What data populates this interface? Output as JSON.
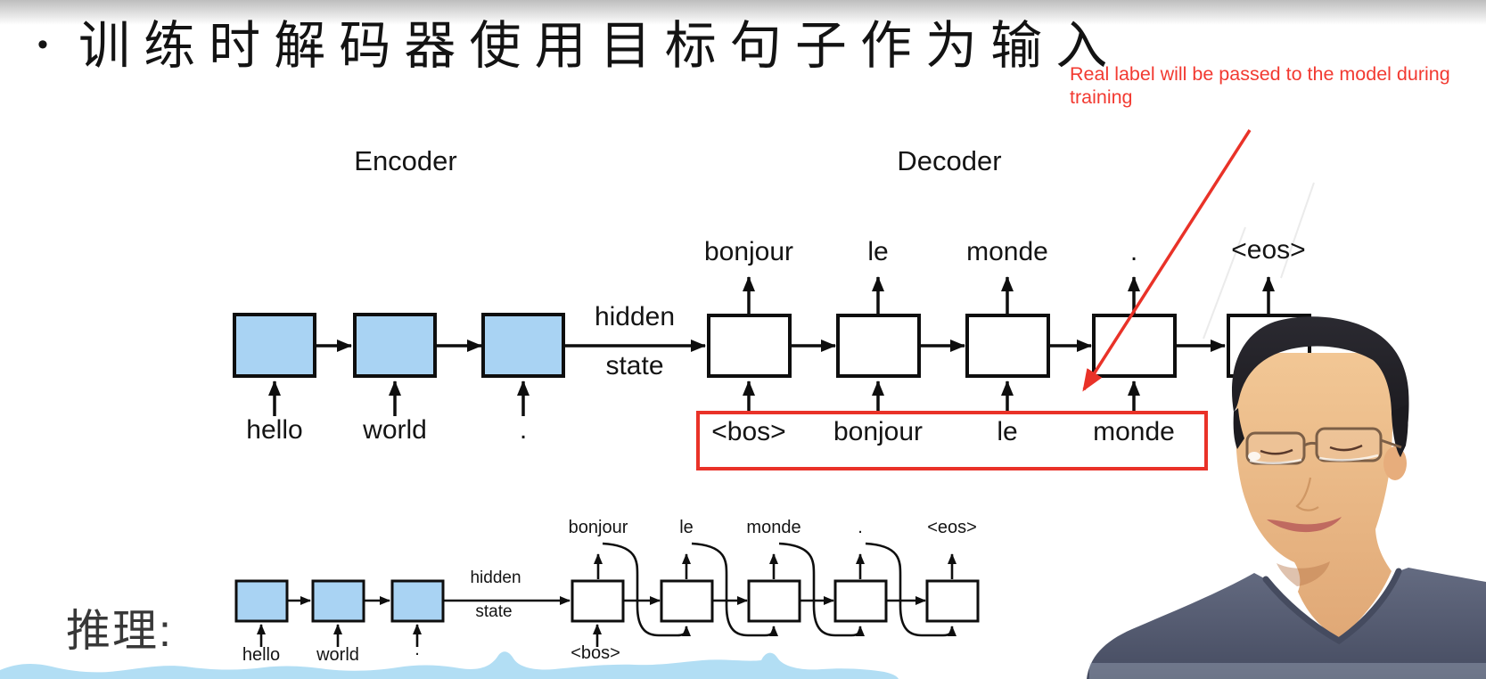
{
  "title": {
    "bullet": "•",
    "text": "训练时解码器使用目标句子作为输入"
  },
  "annotation": {
    "line1": "Real label will be passed to the model during",
    "line2": "training"
  },
  "training": {
    "encoder_heading": "Encoder",
    "decoder_heading": "Decoder",
    "hidden": "hidden",
    "state": "state",
    "encoder_inputs": [
      "hello",
      "world",
      "."
    ],
    "decoder_outputs": [
      "bonjour",
      "le",
      "monde",
      ".",
      "<eos>"
    ],
    "decoder_inputs": [
      "<bos>",
      "bonjour",
      "le",
      "monde"
    ]
  },
  "inference": {
    "label": "推理:",
    "hidden": "hidden",
    "state": "state",
    "encoder_inputs": [
      "hello",
      "world",
      "."
    ],
    "decoder_outputs": [
      "bonjour",
      "le",
      "monde",
      ".",
      "<eos>"
    ],
    "decoder_inputs": [
      "<bos>"
    ]
  },
  "colors": {
    "rnn_cell_blue": "#a9d3f3",
    "line_black": "#0e0e0e",
    "annotation_red": "#f23a31",
    "highlight_red": "#e93228",
    "wave_blue": "#b2def4",
    "shirt_blue": "#5b6277"
  }
}
